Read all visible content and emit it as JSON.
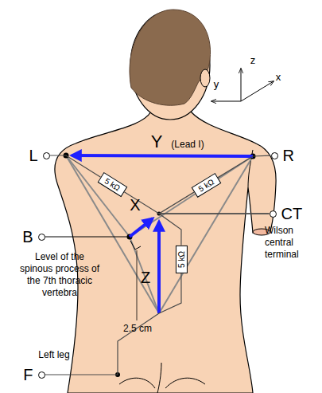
{
  "diagram": {
    "nodes": [
      {
        "text": [
          "L"
        ]
      },
      {
        "text": [
          "R"
        ]
      },
      {
        "text": [
          "5 kΩ"
        ]
      },
      {
        "text": [
          "5 kΩ"
        ]
      },
      {
        "text": [
          "CT"
        ]
      },
      {
        "text": [
          "B"
        ]
      },
      {
        "text": [
          "5 kΩ"
        ]
      },
      {
        "text": [
          "F"
        ]
      }
    ],
    "edges": [
      {
        "from": 0,
        "to": 2,
        "arrow": "none"
      },
      {
        "from": 1,
        "to": 3,
        "arrow": "none"
      },
      {
        "from": 7,
        "to": 6,
        "arrow": "none"
      },
      {
        "from": 2,
        "to": 4,
        "arrow": "none"
      },
      {
        "from": 3,
        "to": 4,
        "arrow": "none"
      },
      {
        "from": 6,
        "to": 4,
        "arrow": "none"
      }
    ],
    "labels": [
      "Y",
      "(Lead I)",
      "X",
      "Z",
      "Level of the spinous process of the 7th thoracic vertebra",
      "2.5 cm",
      "Wilson central terminal",
      "Left leg",
      "z",
      "x",
      "y"
    ]
  }
}
